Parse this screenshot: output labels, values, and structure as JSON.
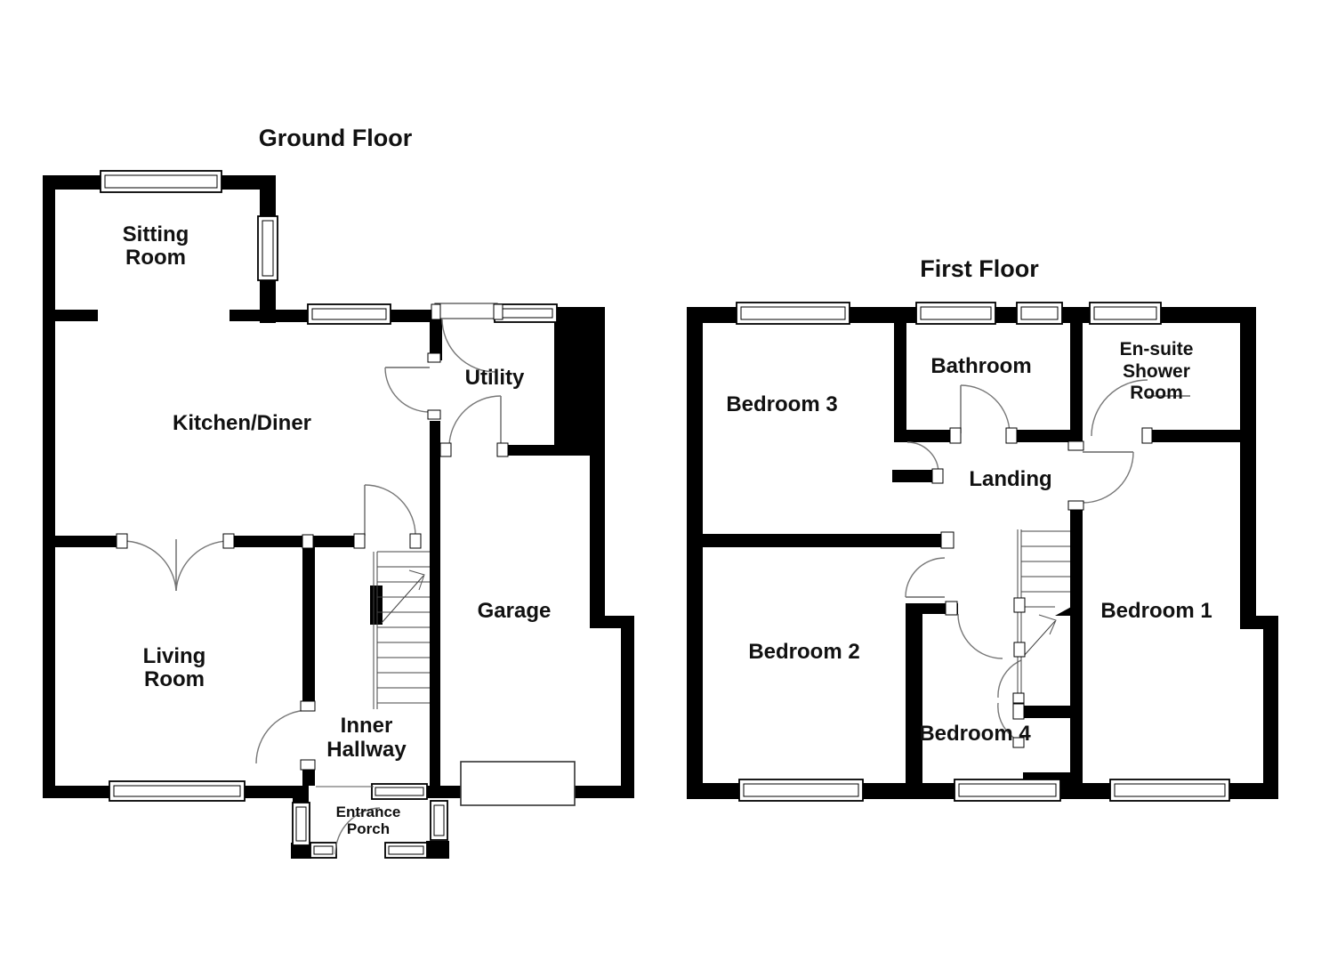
{
  "page": {
    "background": "#ffffff",
    "wall_color": "#000000",
    "thin_line_color": "#555555",
    "door_arc_color": "#777777",
    "text_color": "#111111"
  },
  "floors": [
    {
      "id": "ground-floor",
      "title": "Ground Floor",
      "rooms": [
        {
          "id": "sitting-room",
          "lines": [
            "Sitting",
            "Room"
          ]
        },
        {
          "id": "kitchen-diner",
          "lines": [
            "Kitchen/Diner"
          ]
        },
        {
          "id": "utility",
          "lines": [
            "Utility"
          ]
        },
        {
          "id": "garage",
          "lines": [
            "Garage"
          ]
        },
        {
          "id": "living-room",
          "lines": [
            "Living",
            "Room"
          ]
        },
        {
          "id": "inner-hallway",
          "lines": [
            "Inner",
            "Hallway"
          ]
        },
        {
          "id": "entrance-porch",
          "lines": [
            "Entrance",
            "Porch"
          ]
        }
      ]
    },
    {
      "id": "first-floor",
      "title": "First Floor",
      "rooms": [
        {
          "id": "bedroom-3",
          "lines": [
            "Bedroom 3"
          ]
        },
        {
          "id": "bathroom",
          "lines": [
            "Bathroom"
          ]
        },
        {
          "id": "en-suite-shower-room",
          "lines": [
            "En-suite",
            "Shower",
            "Room"
          ]
        },
        {
          "id": "landing",
          "lines": [
            "Landing"
          ]
        },
        {
          "id": "bedroom-2",
          "lines": [
            "Bedroom 2"
          ]
        },
        {
          "id": "bedroom-4",
          "lines": [
            "Bedroom 4"
          ]
        },
        {
          "id": "bedroom-1",
          "lines": [
            "Bedroom 1"
          ]
        }
      ]
    }
  ]
}
